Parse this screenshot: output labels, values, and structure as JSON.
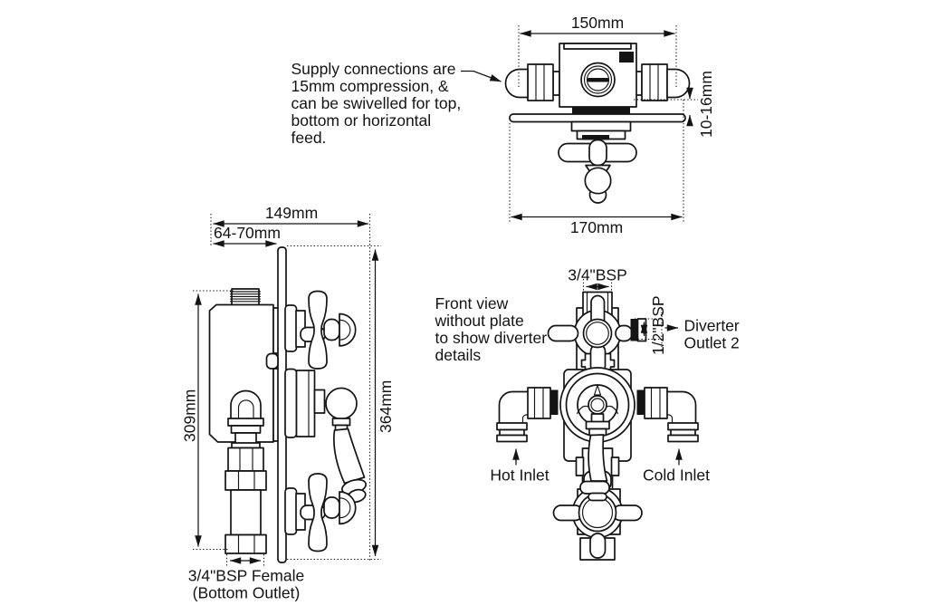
{
  "colors": {
    "ink": "#141414",
    "paper": "#ffffff"
  },
  "note": {
    "lines": [
      "Supply connections are",
      "15mm compression, &",
      "can be swivelled for top,",
      "bottom or horizontal",
      "feed."
    ]
  },
  "top_view": {
    "dim_body_width": "150mm",
    "dim_plate_width": "170mm",
    "dim_plate_to_body": "10-16mm"
  },
  "side_view": {
    "dim_total_depth": "149mm",
    "dim_wall_to_plate": "64-70mm",
    "dim_body_height": "309mm",
    "dim_plate_height": "364mm",
    "outlet_label_line1": "3/4\"BSP Female",
    "outlet_label_line2": "(Bottom Outlet)"
  },
  "front_view": {
    "caption_lines": [
      "Front view",
      "without plate",
      "to show diverter",
      "details"
    ],
    "dim_top_outlet": "3/4\"BSP",
    "dim_diverter_outlet": "1/2\"BSP",
    "diverter_label_line1": "Diverter",
    "diverter_label_line2": "Outlet 2",
    "hot_inlet_label": "Hot Inlet",
    "cold_inlet_label": "Cold Inlet"
  }
}
